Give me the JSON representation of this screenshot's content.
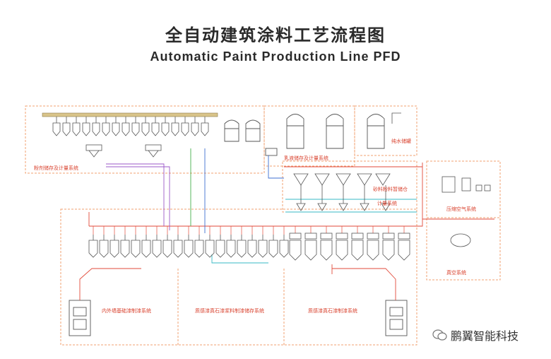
{
  "title_cn": "全自动建筑涂料工艺流程图",
  "title_en": "Automatic Paint Production Line PFD",
  "labels": {
    "powder": "粉剂储存及计量系统",
    "emulsion": "乳液储存及计量系统",
    "water": "纯水储罐",
    "sand": "砂料粉料暂储仓",
    "sand2": "计量系统",
    "air": "压缩空气系统",
    "vacuum": "真空系统",
    "inner": "内外墙基础漆制漆系统",
    "real1": "质感漆真石漆浆料制漆储存系统",
    "real2": "质感漆真石漆制漆系统"
  },
  "watermark": "鹏翼智能科技",
  "colors": {
    "boundary": "#f0a070",
    "equipment": "#555555",
    "pipe_red": "#e24a3a",
    "pipe_blue": "#3d6fd1",
    "pipe_green": "#45b04a",
    "pipe_purple": "#9b59c9",
    "pipe_cyan": "#37b9c4"
  }
}
